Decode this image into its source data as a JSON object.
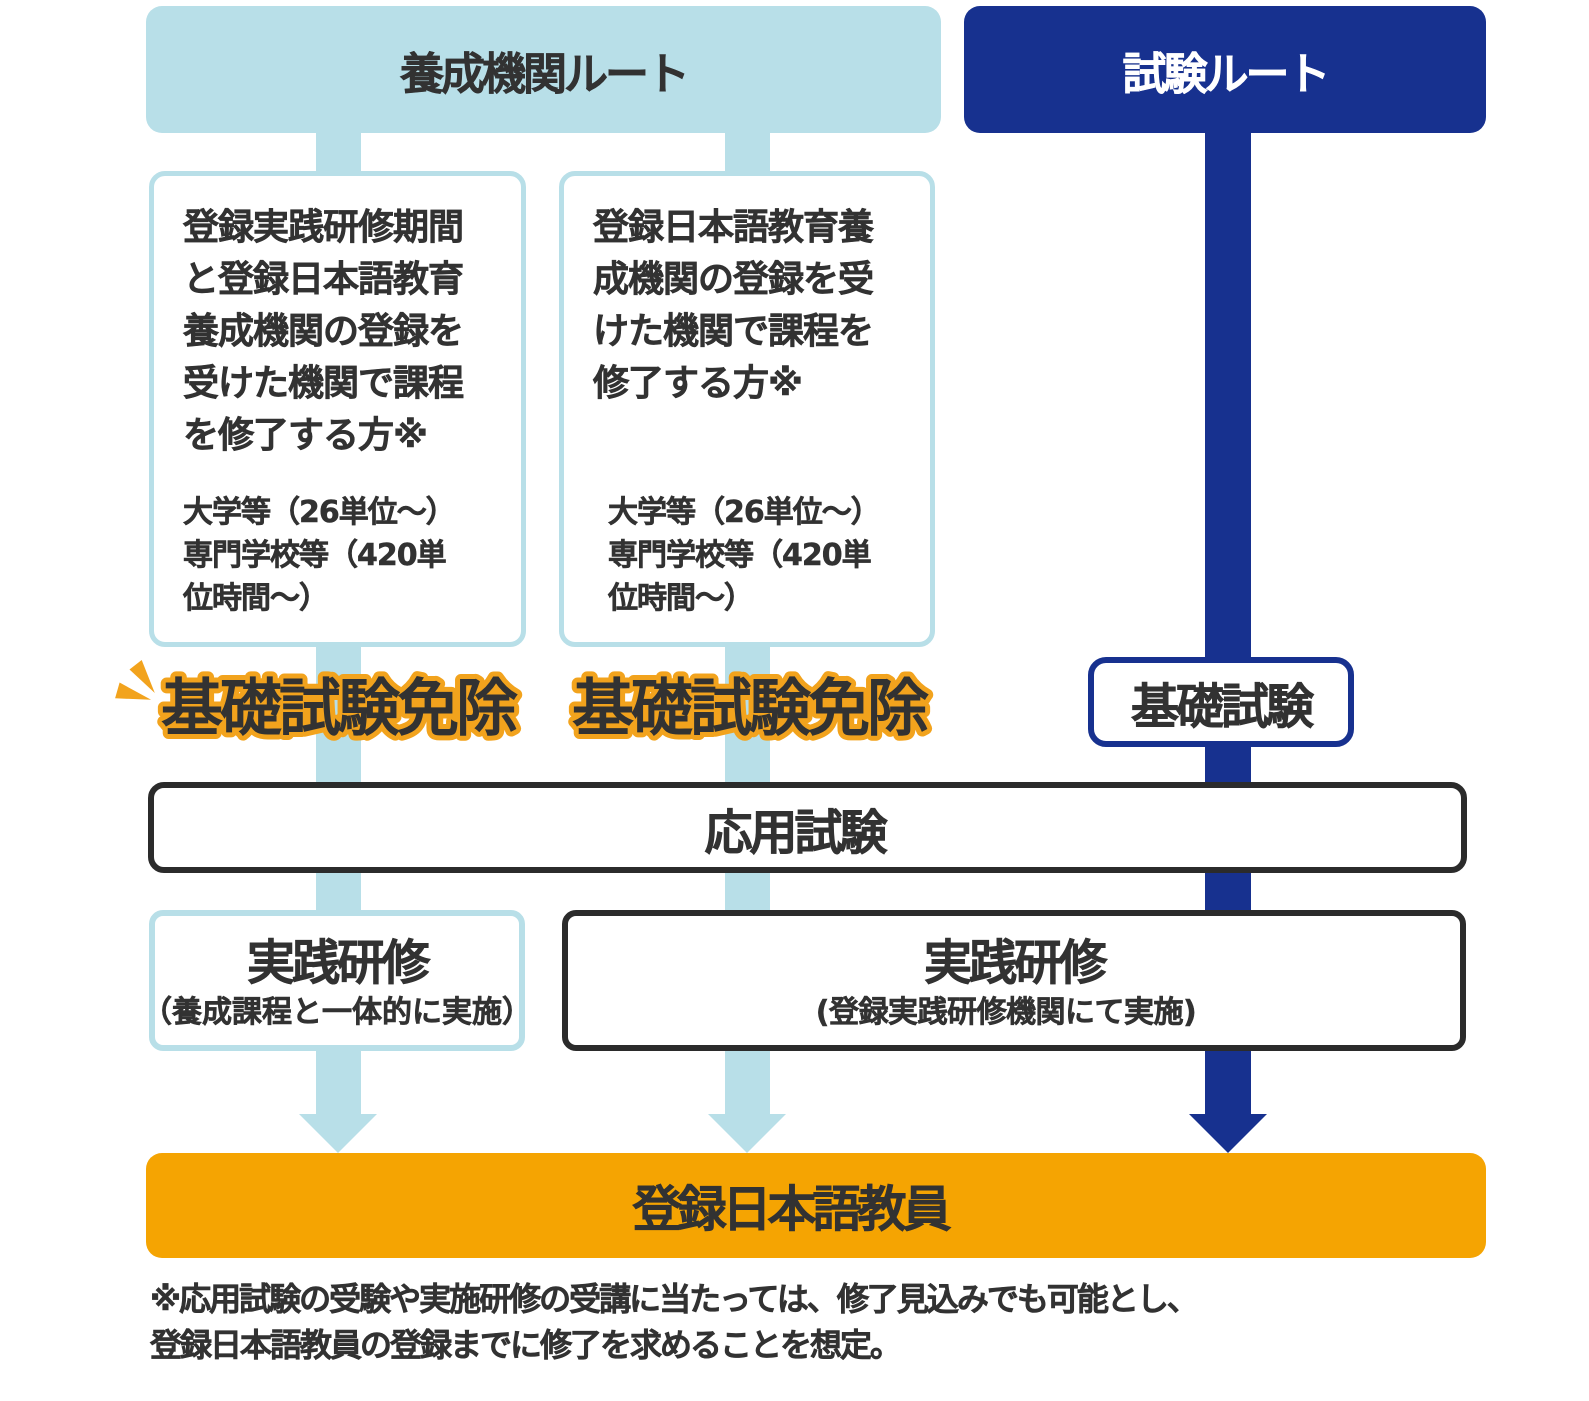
{
  "colors": {
    "light_blue": "#b8dfe8",
    "dark_blue": "#17318f",
    "orange": "#f5a402",
    "outline_orange": "#f2a31d",
    "text_dark": "#323232",
    "border_dark": "#2b2b2b"
  },
  "routes": {
    "training": {
      "header": "養成機関ルート",
      "box1": {
        "main": "登録実践研修期間\nと登録日本語教育\n養成機関の登録を\n受けた機関で課程\nを修了する方※",
        "sub": "大学等（26単位〜）\n専門学校等（420単\n位時間〜）"
      },
      "box2": {
        "main": "登録日本語教育養\n成機関の登録を受\nけた機関で課程を\n修了する方※",
        "sub": "大学等（26単位〜）\n専門学校等（420単\n位時間〜）"
      },
      "exemption1": "基礎試験免除",
      "exemption2": "基礎試験免除"
    },
    "exam": {
      "header": "試験ルート",
      "basic_exam": "基礎試験"
    }
  },
  "applied_exam": "応用試験",
  "practice_left": {
    "title": "実践研修",
    "note": "（養成課程と一体的に実施）"
  },
  "practice_right": {
    "title": "実践研修",
    "note": "(登録実践研修機関にて実施)"
  },
  "result": "登録日本語教員",
  "footnote": "※応用試験の受験や実施研修の受講に当たっては、修了見込みでも可能とし、\n登録日本語教員の登録までに修了を求めることを想定。"
}
